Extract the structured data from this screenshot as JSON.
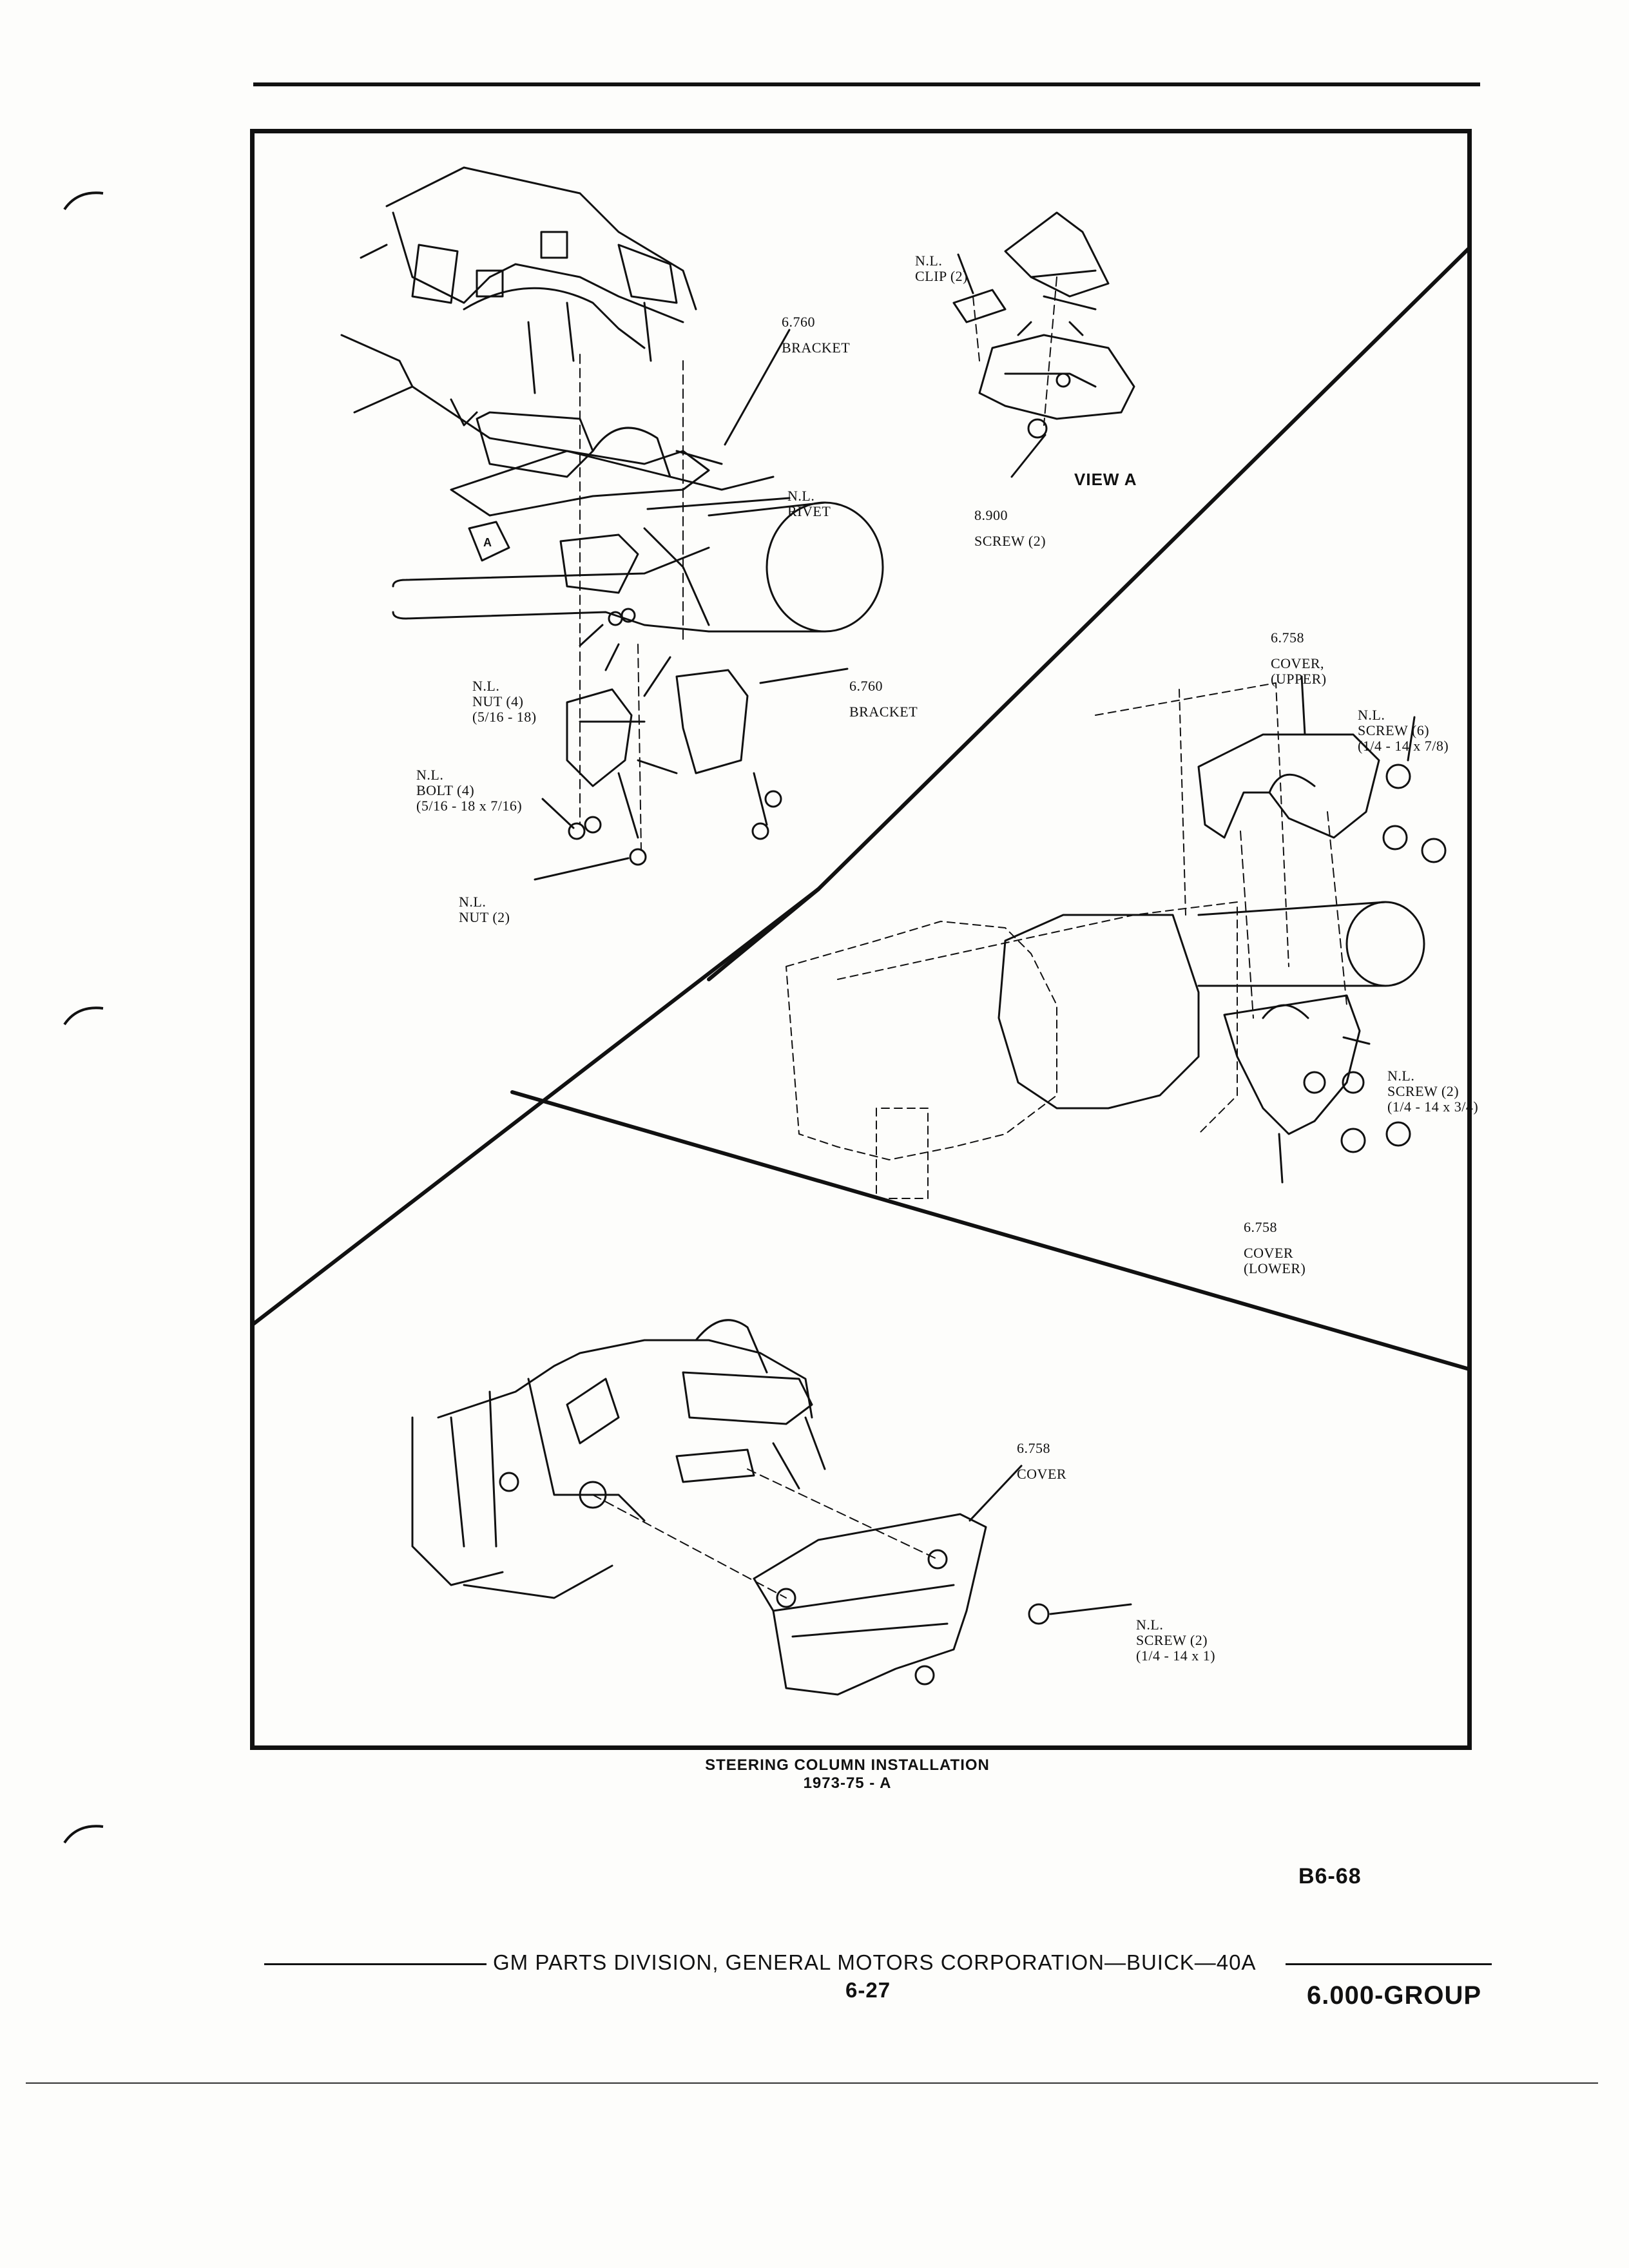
{
  "labels": {
    "view_a_clip": [
      "N.L.",
      "CLIP (2)"
    ],
    "bracket_top": [
      "6.760",
      "BRACKET"
    ],
    "rivet": [
      "N.L.",
      "RIVET"
    ],
    "screw_view_a": [
      "8.900",
      "SCREW (2)"
    ],
    "view_a": "VIEW A",
    "view_a_flag": "A",
    "nut4": [
      "N.L.",
      "NUT (4)",
      "(5/16 - 18)"
    ],
    "bracket_lower": [
      "6.760",
      "BRACKET"
    ],
    "bolt4": [
      "N.L.",
      "BOLT (4)",
      "(5/16 - 18 x 7/16)"
    ],
    "nut2": [
      "N.L.",
      "NUT (2)"
    ],
    "cover_upper": [
      "6.758",
      "COVER,",
      "(UPPER)"
    ],
    "screw6": [
      "N.L.",
      "SCREW (6)",
      "(1/4 - 14 x 7/8)"
    ],
    "screw2_lower": [
      "N.L.",
      "SCREW (2)",
      "(1/4 - 14 x 3/4)"
    ],
    "cover_lower": [
      "6.758",
      "COVER",
      "(LOWER)"
    ],
    "cover_bottom": [
      "6.758",
      "COVER"
    ],
    "screw2_bottom": [
      "N.L.",
      "SCREW (2)",
      "(1/4 - 14 x 1)"
    ]
  },
  "caption": {
    "title": "STEERING COLUMN INSTALLATION",
    "subtitle": "1973-75 - A"
  },
  "page_code": "B6-68",
  "footer": {
    "publisher": "GM PARTS DIVISION, GENERAL MOTORS CORPORATION—BUICK—40A",
    "page_number": "6-27",
    "group": "6.000-GROUP"
  }
}
